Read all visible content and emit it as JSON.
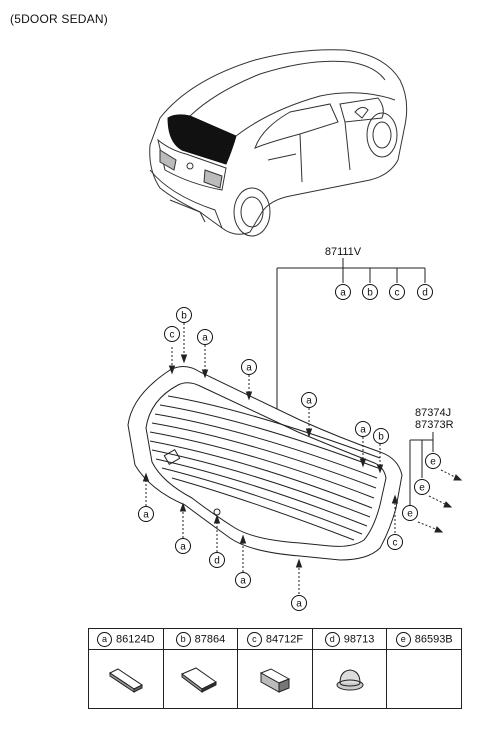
{
  "header": {
    "title": "(5DOOR SEDAN)"
  },
  "assembly": {
    "part_number": "87111V",
    "sub_letters": [
      "a",
      "b",
      "c",
      "d"
    ]
  },
  "molding": {
    "part_numbers": [
      "87374J",
      "87373R"
    ],
    "letter": "e"
  },
  "callouts": [
    "a",
    "b",
    "c",
    "d",
    "e"
  ],
  "parts_table": [
    {
      "letter": "a",
      "part": "86124D",
      "icon": "tape-strip-icon"
    },
    {
      "letter": "b",
      "part": "87864",
      "icon": "pad-icon"
    },
    {
      "letter": "c",
      "part": "84712F",
      "icon": "block-spacer-icon"
    },
    {
      "letter": "d",
      "part": "98713",
      "icon": "plug-cap-icon"
    },
    {
      "letter": "e",
      "part": "86593B",
      "icon": ""
    }
  ]
}
